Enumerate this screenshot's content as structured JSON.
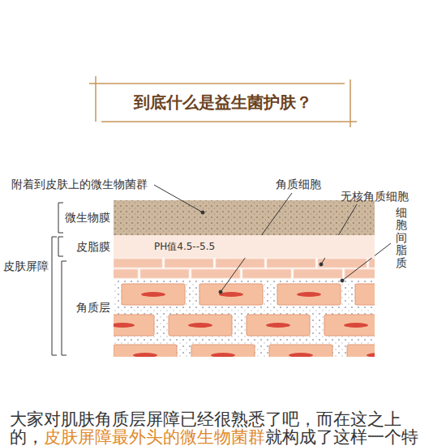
{
  "diagram": {
    "title": "到底什么是益生菌护肤？",
    "nodes": [
      {
        "text": [
          "PH值4.5--5.5"
        ]
      }
    ],
    "labels": [
      "附着到皮肤上的微生物菌群",
      "角质细胞",
      "无核角质细胞",
      "细胞间脂质",
      "微生物膜",
      "皮脂膜",
      "皮肤屏障",
      "角质层",
      "大家对肌肤角质层屏障已经很熟悉了吧，而在这之上",
      "的，",
      "皮肤屏障最外头的微生物菌群",
      "就构成了这样一个特"
    ]
  }
}
